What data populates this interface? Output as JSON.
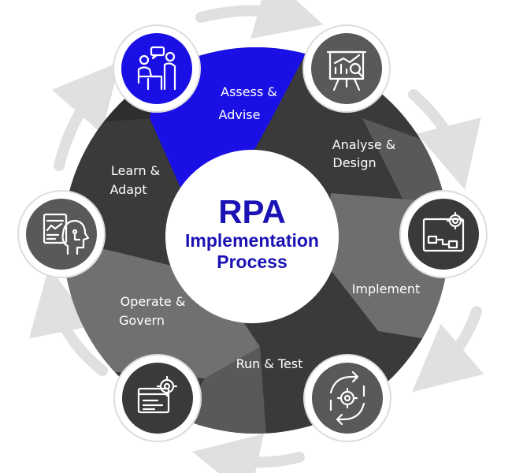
{
  "center": {
    "line1": "RPA",
    "line2": "Implementation",
    "line3": "Process"
  },
  "steps": [
    {
      "label_line1": "Assess &",
      "label_line2": "Advise",
      "icon": "consultation-icon"
    },
    {
      "label_line1": "Analyse &",
      "label_line2": "Design",
      "icon": "presentation-chart-icon"
    },
    {
      "label_line1": "Implement",
      "label_line2": "",
      "icon": "workflow-gear-icon"
    },
    {
      "label_line1": "Run & Test",
      "label_line2": "",
      "icon": "cycle-gear-icon"
    },
    {
      "label_line1": "Operate &",
      "label_line2": "Govern",
      "icon": "browser-gear-icon"
    },
    {
      "label_line1": "Learn &",
      "label_line2": "Adapt",
      "icon": "ai-head-report-icon"
    }
  ],
  "colors": {
    "accent_blue": "#1a10e6",
    "title_blue": "#1a12b5",
    "dark_gray": "#3a3a3a",
    "mid_gray": "#595959",
    "light_gray": "#7a7a7a",
    "arrow_gray": "#e0e0e0"
  }
}
